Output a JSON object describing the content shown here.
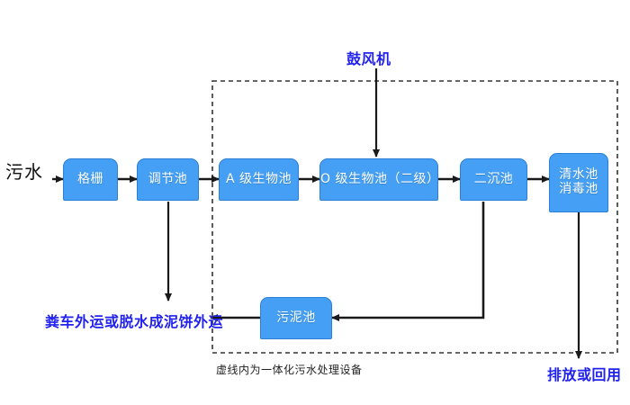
{
  "diagram": {
    "title_label": "鼓风机",
    "inlet_label": "污水",
    "caption": "虚线内为一体化污水处理设备",
    "outlet_label": "排放或回用",
    "sludge_disposal_label": "粪车外运或脱水成泥饼外运",
    "colors": {
      "node_fill": "#45A0F5",
      "node_stroke": "#2b7fd4",
      "node_text": "#ffffff",
      "blue_text": "#2222ee",
      "black_text": "#111111",
      "arrow": "#1a1a1a",
      "dashed_border": "#333333",
      "background": "#ffffff"
    },
    "nodes": [
      {
        "id": "grille",
        "label": "格栅",
        "line2": ""
      },
      {
        "id": "regulating",
        "label": "调节池",
        "line2": ""
      },
      {
        "id": "a-bio",
        "label": "A 级生物池",
        "line2": ""
      },
      {
        "id": "o-bio",
        "label": "O 级生物池（二级）",
        "line2": ""
      },
      {
        "id": "secondary",
        "label": "二沉池",
        "line2": ""
      },
      {
        "id": "clearwater",
        "label": "清水池",
        "line2": "消毒池"
      },
      {
        "id": "sludge",
        "label": "污泥池",
        "line2": ""
      }
    ]
  }
}
